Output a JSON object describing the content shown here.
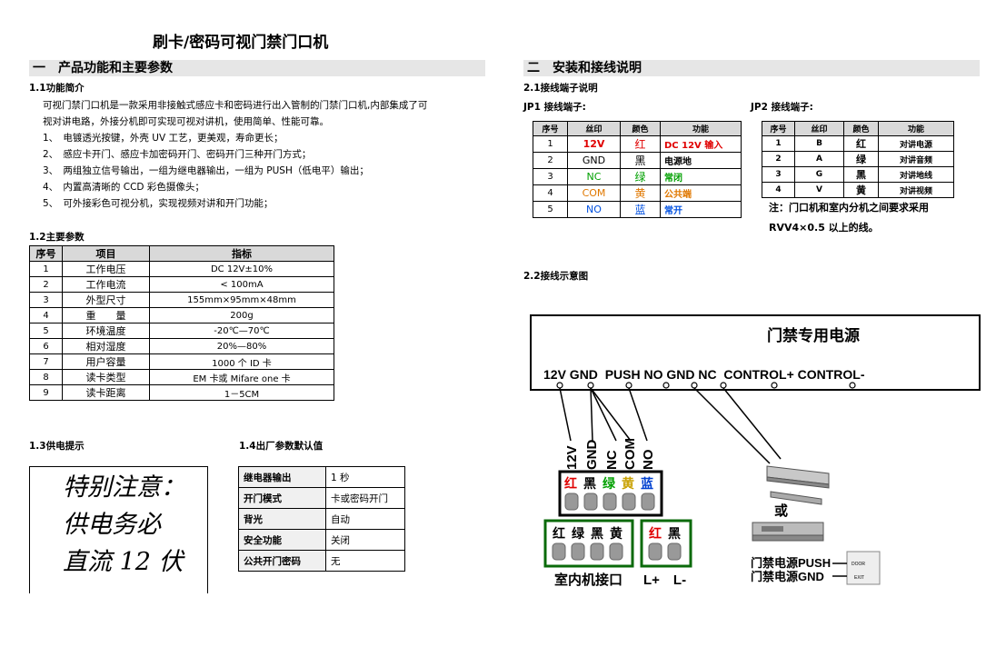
{
  "doc_title": "刷卡/密码可视门禁门口机",
  "section1": {
    "heading": "一　产品功能和主要参数",
    "intro_title": "1.1功能简介",
    "intro_lines": [
      "可视门禁门口机是一款采用非接触式感应卡和密码进行出入管制的门禁门口机,内部集成了可",
      "视对讲电路，外接分机即可实现可视对讲机，使用简单、性能可靠。",
      "1、　电镀透光按键，外壳 UV 工艺，更美观，寿命更长；",
      "2、　感应卡开门、感应卡加密码开门、密码开门三种开门方式；",
      "3、　两组独立信号输出，一组为继电器输出，一组为 PUSH（低电平）输出；",
      "4、　内置高清晰的 CCD 彩色摄像头；",
      "5、　可外接彩色可视分机，实现视频对讲和开门功能；"
    ],
    "params_title": "1.2主要参数",
    "params_headers": [
      "序号",
      "项目",
      "指标"
    ],
    "params_rows": [
      [
        "1",
        "工作电压",
        "DC 12V±10%"
      ],
      [
        "2",
        "工作电流",
        "< 100mA"
      ],
      [
        "3",
        "外型尺寸",
        "155mm×95mm×48mm"
      ],
      [
        "4",
        "重　　量",
        "200g"
      ],
      [
        "5",
        "环境温度",
        "-20℃—70℃"
      ],
      [
        "6",
        "相对湿度",
        "20%—80%"
      ],
      [
        "7",
        "用户容量",
        "1000 个 ID 卡"
      ],
      [
        "8",
        "读卡类型",
        "EM 卡或 Mifare one 卡"
      ],
      [
        "9",
        "读卡距离",
        "1－5CM"
      ]
    ],
    "power_title": "1.3供电提示",
    "power_notice": [
      "特别注意：",
      "供电务必",
      "直流 12 伏"
    ],
    "defaults_title": "1.4出厂参数默认值",
    "defaults_rows": [
      [
        "继电器输出",
        "1 秒"
      ],
      [
        "开门模式",
        "卡或密码开门"
      ],
      [
        "背光",
        "自动"
      ],
      [
        "安全功能",
        "关闭"
      ],
      [
        "公共开门密码",
        "无"
      ]
    ]
  },
  "section2": {
    "heading": "二　安装和接线说明",
    "terminal_title": "2.1接线端子说明",
    "jp1_title": "JP1 接线端子:",
    "jp1_headers": [
      "序号",
      "丝印",
      "颜色",
      "功能"
    ],
    "jp1_rows": [
      {
        "no": "1",
        "label": "12V",
        "color": "红",
        "func": "DC 12V 输入",
        "hex": "#e00000"
      },
      {
        "no": "2",
        "label": "GND",
        "color": "黑",
        "func": "电源地",
        "hex": "#000000"
      },
      {
        "no": "3",
        "label": "NC",
        "color": "绿",
        "func": "常闭",
        "hex": "#00a000"
      },
      {
        "no": "4",
        "label": "COM",
        "color": "黄",
        "func": "公共端",
        "hex": "#e07800"
      },
      {
        "no": "5",
        "label": "NO",
        "color": "蓝",
        "func": "常开",
        "hex": "#0050e0"
      }
    ],
    "jp2_title": "JP2 接线端子:",
    "jp2_headers": [
      "序号",
      "丝印",
      "颜色",
      "功能"
    ],
    "jp2_rows": [
      [
        "1",
        "B",
        "红",
        "对讲电源"
      ],
      [
        "2",
        "A",
        "绿",
        "对讲音频"
      ],
      [
        "3",
        "G",
        "黑",
        "对讲地线"
      ],
      [
        "4",
        "V",
        "黄",
        "对讲视频"
      ]
    ],
    "note_lines": [
      "注：门口机和室内分机之间要求采用",
      "RVV4×0.5 以上的线。"
    ],
    "diagram_title": "2.2接线示意图",
    "diagram": {
      "psu_title": "门禁专用电源",
      "psu_terminals": "12V GND  PUSH NO GND NC  CONTROL+ CONTROL-",
      "wire_labels": [
        "12V",
        "GND",
        "NC",
        "COM",
        "NO"
      ],
      "jp1_colors": [
        "红",
        "黑",
        "绿",
        "黄",
        "蓝"
      ],
      "indoor_colors": [
        "红",
        "绿",
        "黑",
        "黄"
      ],
      "power_colors": [
        "红",
        "黑"
      ],
      "indoor_label": "室内机接口",
      "power_label": "L+　L-",
      "or_label": "或",
      "push_label": "门禁电源PUSH",
      "gnd_label": "门禁电源GND",
      "exit_button_text": [
        "DOOR",
        "EXIT"
      ]
    }
  }
}
